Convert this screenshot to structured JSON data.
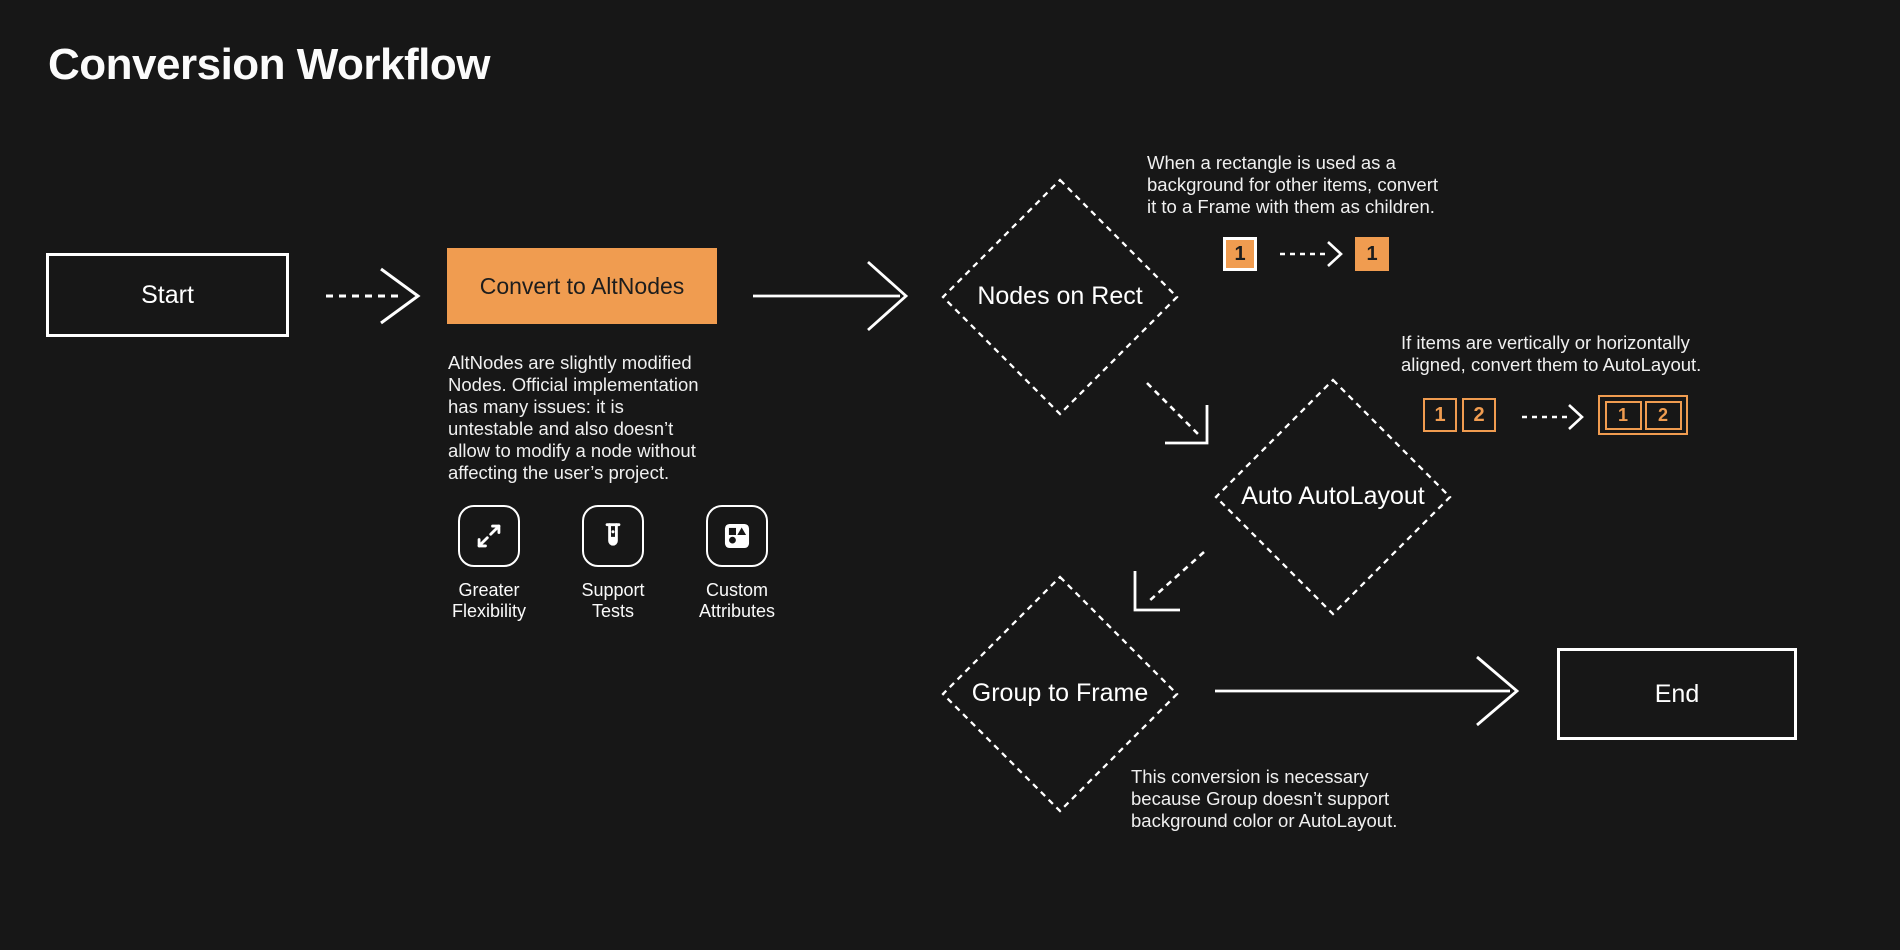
{
  "title": "Conversion Workflow",
  "nodes": {
    "start": {
      "label": "Start"
    },
    "convert": {
      "label": "Convert to AltNodes"
    },
    "nodes_on_rect": {
      "label": "Nodes on Rect"
    },
    "auto_autolayout": {
      "label": "Auto AutoLayout"
    },
    "group_to_frame": {
      "label": "Group to Frame"
    },
    "end": {
      "label": "End"
    }
  },
  "notes": {
    "altnodes": "AltNodes are slightly modified\nNodes. Official implementation\nhas many issues: it is\nuntestable and also doesn’t\nallow to modify a node without\naffecting the user’s project.",
    "nodes_on_rect": "When a rectangle is used as a\nbackground for other items, convert\nit to a Frame with them as children.",
    "auto_autolayout": "If items are vertically or horizontally\naligned, convert them to AutoLayout.",
    "group_to_frame": "This conversion is necessary\nbecause Group doesn’t support\nbackground color or AutoLayout."
  },
  "features": [
    {
      "icon": "expand-arrows-icon",
      "label": "Greater\nFlexibility"
    },
    {
      "icon": "test-tube-icon",
      "label": "Support\nTests"
    },
    {
      "icon": "shapes-icon",
      "label": "Custom\nAttributes"
    }
  ],
  "illustrations": {
    "rect_to_frame": {
      "before": "1",
      "after": "1"
    },
    "autolayout": {
      "before": [
        "1",
        "2"
      ],
      "after": [
        "1",
        "2"
      ]
    }
  },
  "colors": {
    "background": "#171717",
    "accent_orange": "#f09c50",
    "stroke_white": "#ffffff",
    "dark_text": "#1d1d1d"
  }
}
